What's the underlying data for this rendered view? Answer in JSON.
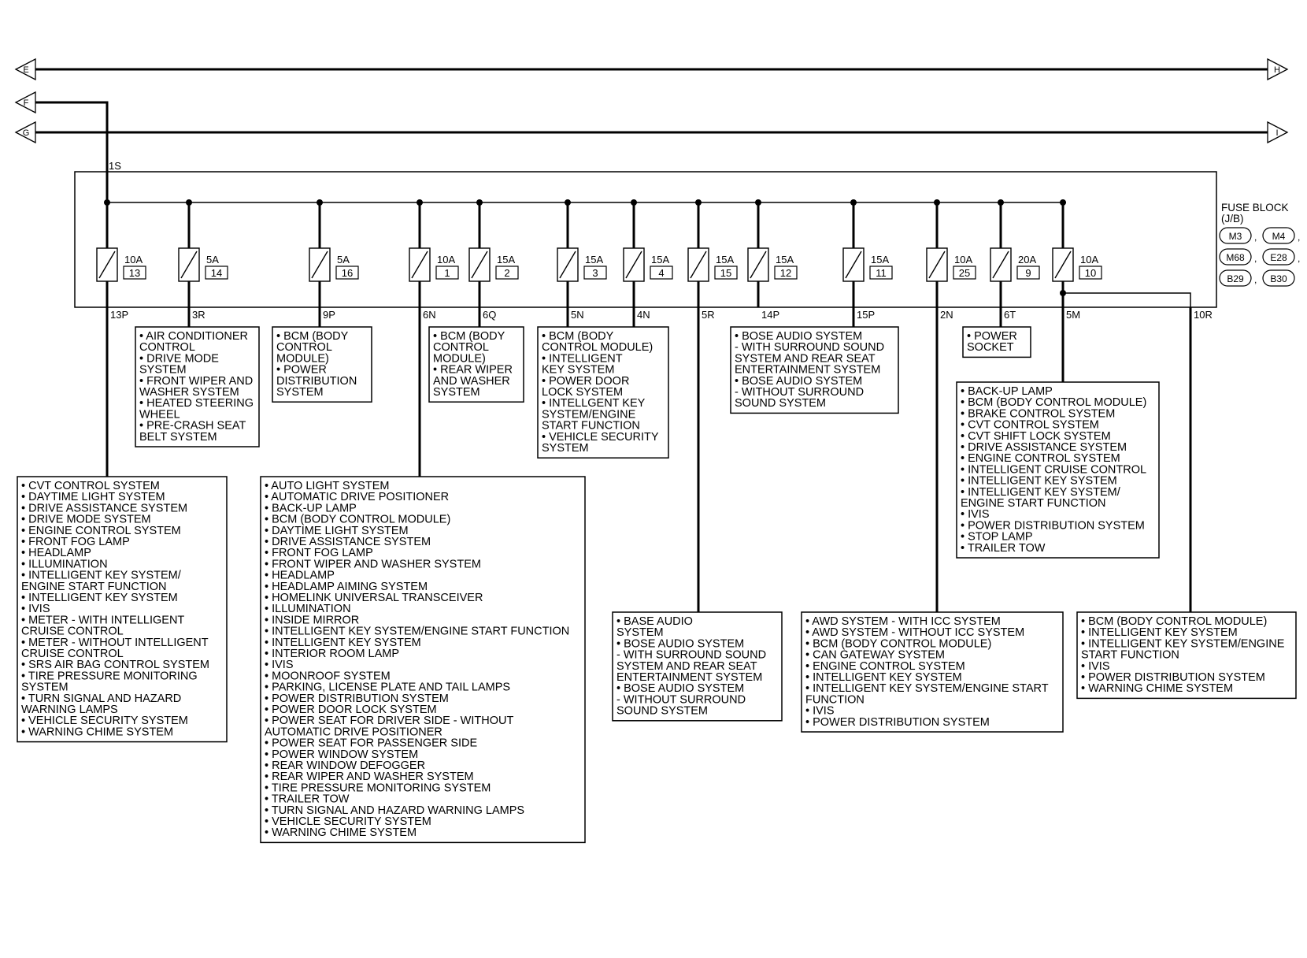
{
  "buses": [
    {
      "left": "E",
      "right": "H"
    },
    {
      "left": "F"
    },
    {
      "left": "G",
      "right": "I"
    }
  ],
  "input_pin": "1S",
  "fuse_block": {
    "title": "FUSE BLOCK",
    "subtitle": "(J/B)",
    "connectors": [
      "M3",
      "M4",
      "M68",
      "E28",
      "B29",
      "B30"
    ]
  },
  "fuses": [
    {
      "amp": "10A",
      "num": "13",
      "pin": "13P"
    },
    {
      "amp": "5A",
      "num": "14",
      "pin": "3R"
    },
    {
      "amp": "5A",
      "num": "16",
      "pin": "9P"
    },
    {
      "amp": "10A",
      "num": "1",
      "pin": "6N"
    },
    {
      "amp": "15A",
      "num": "2",
      "pin": "6Q"
    },
    {
      "amp": "15A",
      "num": "3",
      "pin": "5N"
    },
    {
      "amp": "15A",
      "num": "4",
      "pin": "4N"
    },
    {
      "amp": "15A",
      "num": "15",
      "pin": "5R"
    },
    {
      "amp": "15A",
      "num": "12",
      "pin": "14P"
    },
    {
      "amp": "15A",
      "num": "11",
      "pin": "15P"
    },
    {
      "amp": "10A",
      "num": "25",
      "pin": "2N"
    },
    {
      "amp": "20A",
      "num": "9",
      "pin": "6T"
    },
    {
      "amp": "10A",
      "num": "10",
      "pin": "5M",
      "pin2": "10R"
    }
  ],
  "boxes": [
    {
      "lines": [
        "• AIR CONDITIONER",
        "  CONTROL",
        "• DRIVE MODE",
        "  SYSTEM",
        "• FRONT WIPER AND",
        "  WASHER SYSTEM",
        "• HEATED STEERING",
        "  WHEEL",
        "• PRE-CRASH SEAT",
        "  BELT SYSTEM"
      ]
    },
    {
      "lines": [
        "• BCM (BODY",
        "  CONTROL",
        "  MODULE)",
        "• POWER",
        "  DISTRIBUTION",
        "  SYSTEM"
      ]
    },
    {
      "lines": [
        "• BCM (BODY",
        "  CONTROL",
        "  MODULE)",
        "• REAR WIPER",
        "  AND WASHER",
        "  SYSTEM"
      ]
    },
    {
      "lines": [
        "• BCM (BODY",
        "  CONTROL MODULE)",
        "• INTELLIGENT",
        "  KEY SYSTEM",
        "• POWER DOOR",
        "  LOCK SYSTEM",
        "• INTELLGENT KEY",
        "  SYSTEM/ENGINE",
        "  START FUNCTION",
        "• VEHICLE SECURITY",
        "  SYSTEM"
      ]
    },
    {
      "lines": [
        "• BOSE AUDIO SYSTEM",
        "  - WITH SURROUND SOUND",
        "  SYSTEM AND REAR SEAT",
        "  ENTERTAINMENT SYSTEM",
        "• BOSE AUDIO SYSTEM",
        "  - WITHOUT SURROUND",
        "  SOUND SYSTEM"
      ]
    },
    {
      "lines": [
        "• POWER",
        "  SOCKET"
      ]
    },
    {
      "lines": [
        "• BACK-UP LAMP",
        "• BCM (BODY CONTROL MODULE)",
        "• BRAKE CONTROL SYSTEM",
        "• CVT CONTROL SYSTEM",
        "• CVT SHIFT LOCK SYSTEM",
        "• DRIVE ASSISTANCE SYSTEM",
        "• ENGINE CONTROL SYSTEM",
        "• INTELLIGENT CRUISE CONTROL",
        "• INTELLIGENT KEY SYSTEM",
        "• INTELLIGENT KEY SYSTEM/",
        "  ENGINE START FUNCTION",
        "• IVIS",
        "• POWER DISTRIBUTION SYSTEM",
        "• STOP LAMP",
        "• TRAILER TOW"
      ]
    },
    {
      "lines": [
        "• CVT CONTROL SYSTEM",
        "• DAYTIME LIGHT SYSTEM",
        "• DRIVE ASSISTANCE SYSTEM",
        "• DRIVE MODE SYSTEM",
        "• ENGINE CONTROL SYSTEM",
        "• FRONT FOG LAMP",
        "• HEADLAMP",
        "• ILLUMINATION",
        "• INTELLIGENT KEY SYSTEM/",
        "  ENGINE START FUNCTION",
        "• INTELLIGENT KEY SYSTEM",
        "• IVIS",
        "• METER - WITH INTELLIGENT",
        "  CRUISE CONTROL",
        "• METER - WITHOUT INTELLIGENT",
        "  CRUISE CONTROL",
        "• SRS AIR BAG CONTROL SYSTEM",
        "• TIRE PRESSURE MONITORING",
        "  SYSTEM",
        "• TURN SIGNAL AND HAZARD",
        "  WARNING LAMPS",
        "• VEHICLE SECURITY SYSTEM",
        "• WARNING CHIME SYSTEM"
      ]
    },
    {
      "lines": [
        "• AUTO LIGHT SYSTEM",
        "• AUTOMATIC DRIVE POSITIONER",
        "• BACK-UP LAMP",
        "• BCM (BODY CONTROL MODULE)",
        "• DAYTIME LIGHT SYSTEM",
        "• DRIVE ASSISTANCE SYSTEM",
        "• FRONT FOG LAMP",
        "• FRONT WIPER AND WASHER SYSTEM",
        "• HEADLAMP",
        "• HEADLAMP AIMING SYSTEM",
        "• HOMELINK UNIVERSAL TRANSCEIVER",
        "• ILLUMINATION",
        "• INSIDE MIRROR",
        "• INTELLIGENT KEY SYSTEM/ENGINE START FUNCTION",
        "• INTELLIGENT KEY SYSTEM",
        "• INTERIOR ROOM LAMP",
        "• IVIS",
        "• MOONROOF SYSTEM",
        "• PARKING, LICENSE PLATE AND TAIL LAMPS",
        "• POWER DISTRIBUTION SYSTEM",
        "• POWER DOOR LOCK SYSTEM",
        "• POWER SEAT FOR DRIVER SIDE - WITHOUT",
        "  AUTOMATIC DRIVE POSITIONER",
        "• POWER SEAT FOR PASSENGER SIDE",
        "• POWER WINDOW SYSTEM",
        "• REAR WINDOW DEFOGGER",
        "• REAR WIPER AND WASHER SYSTEM",
        "• TIRE PRESSURE MONITORING SYSTEM",
        "• TRAILER TOW",
        "• TURN SIGNAL AND HAZARD WARNING LAMPS",
        "• VEHICLE SECURITY SYSTEM",
        "• WARNING CHIME SYSTEM"
      ]
    },
    {
      "lines": [
        "• BASE AUDIO",
        "  SYSTEM",
        "• BOSE AUDIO SYSTEM",
        "  - WITH SURROUND SOUND",
        "  SYSTEM AND REAR SEAT",
        "  ENTERTAINMENT SYSTEM",
        "• BOSE AUDIO SYSTEM",
        "  - WITHOUT SURROUND",
        "  SOUND SYSTEM"
      ]
    },
    {
      "lines": [
        "• AWD SYSTEM - WITH ICC SYSTEM",
        "• AWD SYSTEM - WITHOUT ICC SYSTEM",
        "• BCM (BODY CONTROL MODULE)",
        "• CAN GATEWAY SYSTEM",
        "• ENGINE CONTROL SYSTEM",
        "• INTELLIGENT KEY SYSTEM",
        "• INTELLIGENT KEY SYSTEM/ENGINE START",
        "  FUNCTION",
        "• IVIS",
        "• POWER DISTRIBUTION SYSTEM"
      ]
    },
    {
      "lines": [
        "• BCM (BODY CONTROL MODULE)",
        "• INTELLIGENT KEY SYSTEM",
        "• INTELLIGENT KEY SYSTEM/ENGINE",
        "  START FUNCTION",
        "• IVIS",
        "• POWER DISTRIBUTION SYSTEM",
        "• WARNING CHIME SYSTEM"
      ]
    }
  ]
}
